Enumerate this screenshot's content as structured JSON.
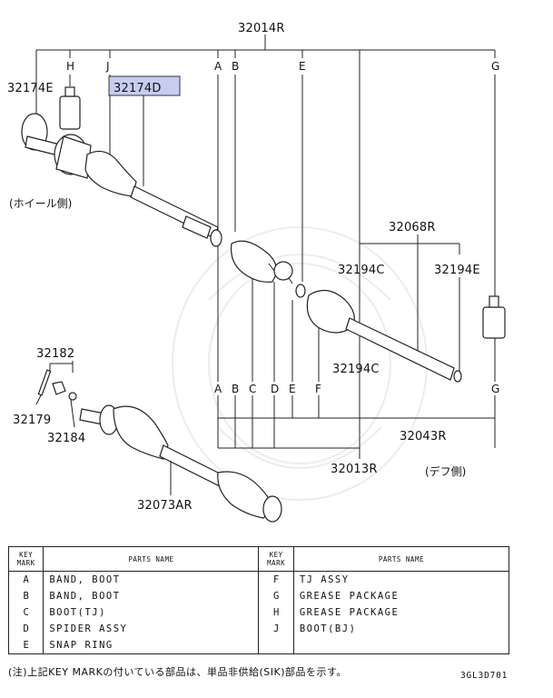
{
  "diagram": {
    "part_numbers": {
      "p32014R": "32014R",
      "p32174E": "32174E",
      "p32174D": "32174D",
      "p32068R": "32068R",
      "p32194C_a": "32194C",
      "p32194E": "32194E",
      "p32194C_b": "32194C",
      "p32182": "32182",
      "p32179": "32179",
      "p32184": "32184",
      "p32043R": "32043R",
      "p32013R": "32013R",
      "p32073AR": "32073AR"
    },
    "key_marks_top": [
      "H",
      "J",
      "A",
      "B",
      "E",
      "G"
    ],
    "key_marks_bottom": [
      "A",
      "B",
      "C",
      "D",
      "E",
      "F",
      "G"
    ],
    "side_labels": {
      "wheel_side": "(ホイール側)",
      "diff_side": "(デフ側)"
    },
    "highlight_color": "#c7cdf0"
  },
  "legend": {
    "header": {
      "key_mark": [
        "KEY",
        "MARK"
      ],
      "parts_name": "PARTS NAME"
    },
    "rows": [
      {
        "k1": "A",
        "n1": "BAND, BOOT",
        "k2": "F",
        "n2": "TJ ASSY"
      },
      {
        "k1": "B",
        "n1": "BAND, BOOT",
        "k2": "G",
        "n2": "GREASE PACKAGE"
      },
      {
        "k1": "C",
        "n1": "BOOT(TJ)",
        "k2": "H",
        "n2": "GREASE PACKAGE"
      },
      {
        "k1": "D",
        "n1": "SPIDER ASSY",
        "k2": "J",
        "n2": "BOOT(BJ)"
      },
      {
        "k1": "E",
        "n1": "SNAP RING",
        "k2": "",
        "n2": ""
      }
    ]
  },
  "note": "(注)上記KEY MARKの付いている部品は、単品非供給(SIK)部品を示す。",
  "code": "3GL3D701"
}
